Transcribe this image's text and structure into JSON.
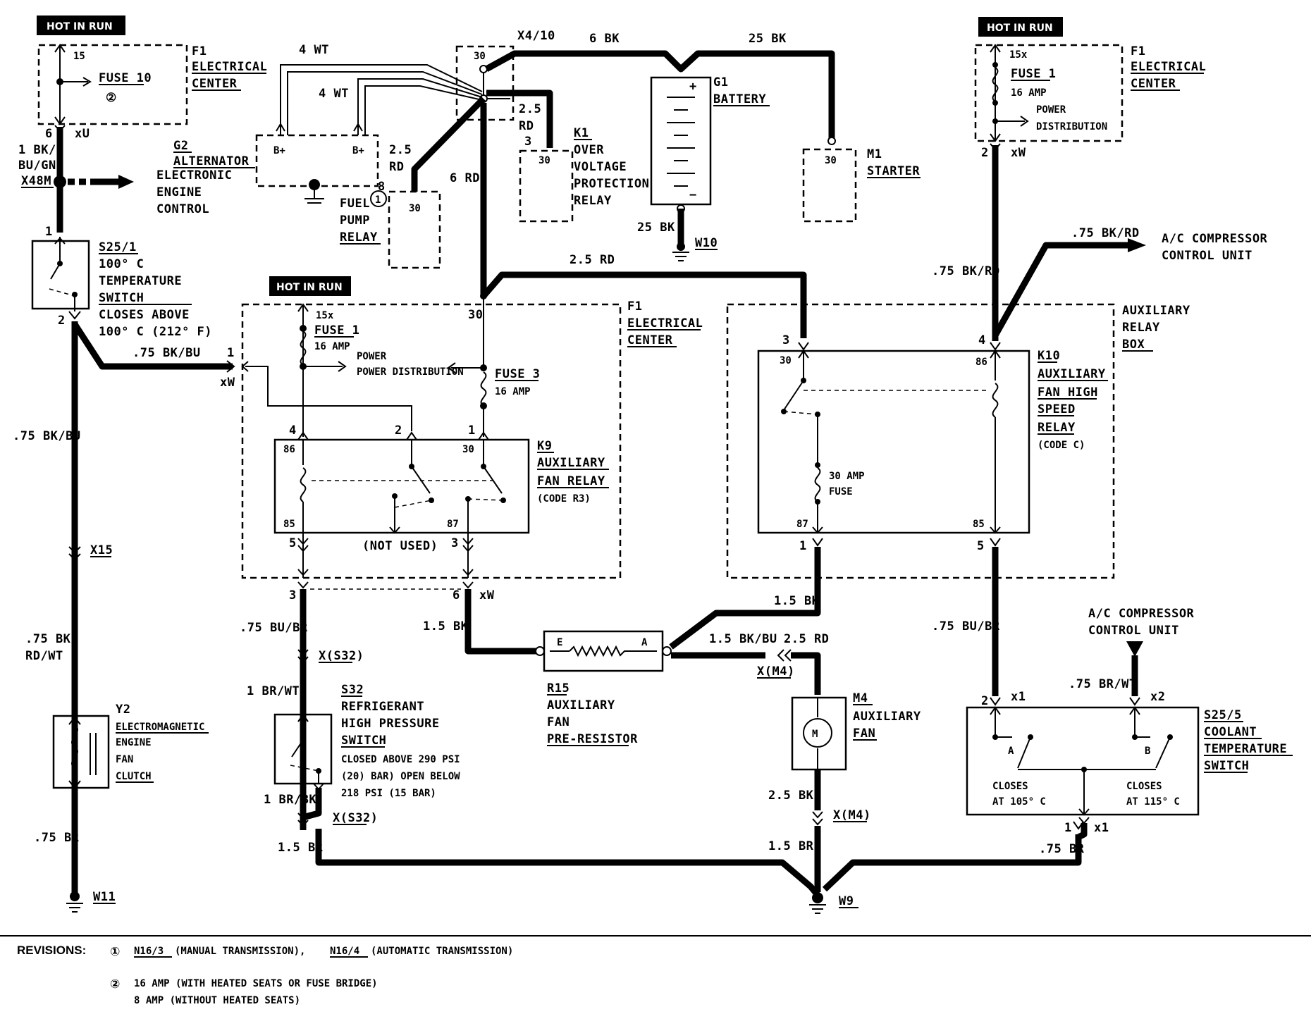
{
  "badges": {
    "hot_in_run": "HOT IN RUN"
  },
  "components": {
    "f1": {
      "id": "F1",
      "name": "ELECTRICAL",
      "name2": "CENTER"
    },
    "fuse10": {
      "label": "FUSE 10",
      "mark": "②",
      "pin": "15"
    },
    "fuse1": {
      "label": "FUSE 1",
      "rating": "16 AMP",
      "pin": "15x"
    },
    "power_dist": {
      "line1": "POWER",
      "line2": "DISTRIBUTION",
      "single": "POWER DISTRIBUTION"
    },
    "fuse3": {
      "label": "FUSE 3",
      "rating": "16 AMP"
    },
    "g2": {
      "id": "G2",
      "name": "ALTERNATOR",
      "bplus": "B+"
    },
    "fuel_relay": {
      "l1": "FUEL",
      "l2": "PUMP",
      "l3": "RELAY",
      "mark": "1",
      "pin": "30",
      "pin8": "8"
    },
    "x4_10": {
      "id": "X4/10",
      "pin": "30"
    },
    "k1": {
      "id": "K1",
      "l1": "OVER",
      "l2": "VOLTAGE",
      "l3": "PROTECTION",
      "l4": "RELAY",
      "pin": "30",
      "pin3": "3"
    },
    "g1": {
      "id": "G1",
      "name": "BATTERY",
      "plus": "+",
      "minus": "−"
    },
    "m1": {
      "id": "M1",
      "name": "STARTER",
      "pin": "30"
    },
    "w10": "W10",
    "ecc": {
      "l1": "ELECTRONIC",
      "l2": "ENGINE",
      "l3": "CONTROL"
    },
    "s25_1": {
      "id": "S25/1",
      "l1": "100° C",
      "l2": "TEMPERATURE",
      "l3": "SWITCH",
      "l4": "CLOSES ABOVE",
      "l5": "100° C (212° F)"
    },
    "k9": {
      "id": "K9",
      "l1": "AUXILIARY",
      "l2": "FAN RELAY",
      "code": "(CODE R3)",
      "not_used": "(NOT USED)"
    },
    "aux_box": {
      "l1": "AUXILIARY",
      "l2": "RELAY",
      "l3": "BOX"
    },
    "k10": {
      "id": "K10",
      "l1": "AUXILIARY",
      "l2": "FAN HIGH",
      "l3": "SPEED",
      "l4": "RELAY",
      "code": "(CODE C)",
      "fuse_l1": "30 AMP",
      "fuse_l2": "FUSE"
    },
    "ac_unit": {
      "l1": "A/C COMPRESSOR",
      "l2": "CONTROL UNIT"
    },
    "y2": {
      "id": "Y2",
      "l1": "ELECTROMAGNETIC",
      "l2": "ENGINE",
      "l3": "FAN",
      "l4": "CLUTCH"
    },
    "s32": {
      "id": "S32",
      "l1": "REFRIGERANT",
      "l2": "HIGH PRESSURE",
      "l3": "SWITCH",
      "l4": "CLOSED ABOVE 290 PSI",
      "l5": "(20) BAR) OPEN BELOW",
      "l6": "218 PSI (15 BAR)"
    },
    "r15": {
      "id": "R15",
      "l1": "AUXILIARY",
      "l2": "FAN",
      "l3": "PRE-RESISTOR",
      "e": "E",
      "a": "A"
    },
    "m4": {
      "id": "M4",
      "l1": "AUXILIARY",
      "l2": "FAN",
      "m": "M"
    },
    "s25_5": {
      "id": "S25/5",
      "l1": "COOLANT",
      "l2": "TEMPERATURE",
      "l3": "SWITCH",
      "a": "A",
      "b": "B",
      "ca1": "CLOSES",
      "ca2": "AT 105° C",
      "cb1": "CLOSES",
      "cb2": "AT 115° C"
    },
    "w11": "W11",
    "w9": "W9"
  },
  "wires": {
    "wt4": "4 WT",
    "bk6": "6 BK",
    "bk25": "25 BK",
    "rd25": "2.5",
    "rd25b": "RD",
    "rd6": "6 RD",
    "rd25c": "2.5 RD",
    "bk1a": "1 BK/",
    "bk1b": "BU/GN",
    "x48m": "X48M",
    "bkbu": ".75 BK/BU",
    "bkrd": ".75 BK/RD",
    "x15": "X15",
    "bkrdwt1": ".75 BK/",
    "bkrdwt2": "RD/WT",
    "br75": ".75 BR",
    "bubr": ".75 BU/BR",
    "brwt1": "1 BR/WT",
    "brbk1": "1 BR/BK",
    "br15": "1.5 BR",
    "bk15": "1.5 BK",
    "bk15bu": "1.5 BK/BU",
    "bk25m": "2.5 BK",
    "brwt75": ".75 BR/WT",
    "xs32": "X(S32)",
    "xm4": "X(M4)",
    "xw": "xW",
    "xu": "xU",
    "x1": "x1",
    "x2": "x2"
  },
  "pins": {
    "p1": "1",
    "p2": "2",
    "p3": "3",
    "p4": "4",
    "p5": "5",
    "p6": "6",
    "p8": "8",
    "p30": "30",
    "p85": "85",
    "p86": "86",
    "p87": "87"
  },
  "revisions": {
    "title": "REVISIONS:",
    "r1_mark": "①",
    "r1_a": "N16/3",
    "r1_b": "(MANUAL TRANSMISSION),",
    "r1_c": "N16/4",
    "r1_d": "(AUTOMATIC TRANSMISSION)",
    "r2_mark": "②",
    "r2_a": "16 AMP (WITH HEATED SEATS OR FUSE BRIDGE)",
    "r2_b": "8 AMP (WITHOUT HEATED SEATS)"
  }
}
